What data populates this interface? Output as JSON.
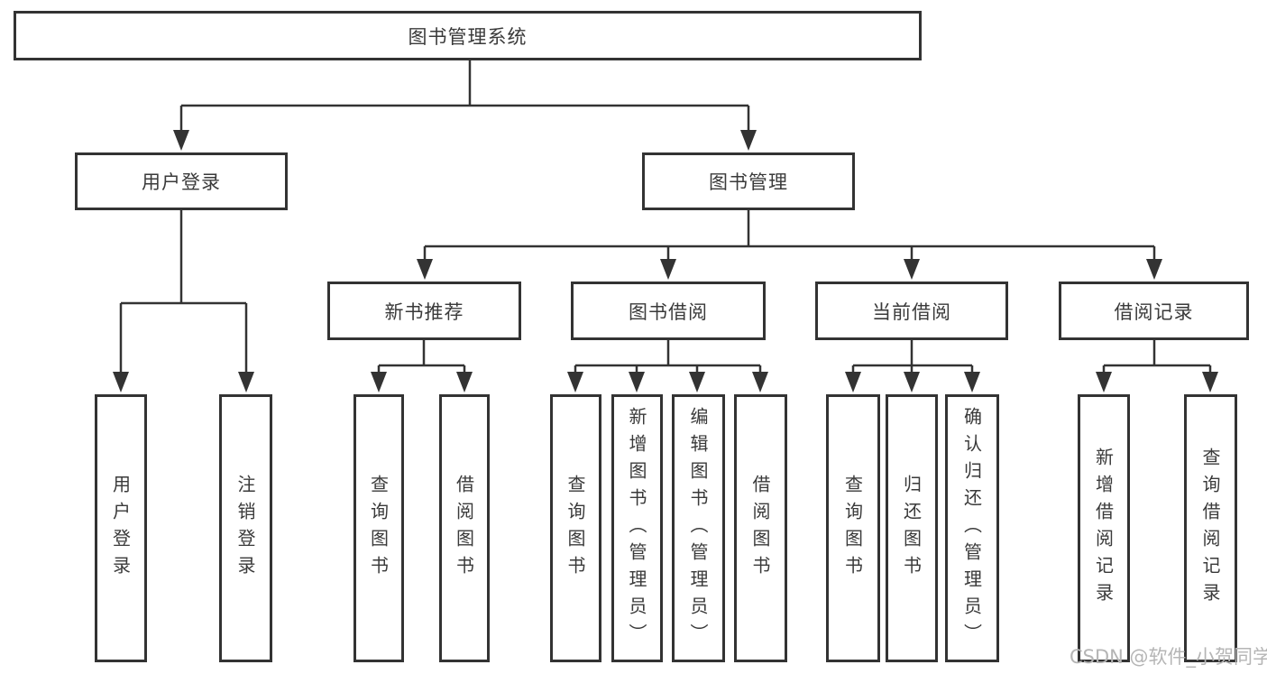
{
  "tree": {
    "label": "图书管理系统",
    "children": [
      {
        "label": "用户登录",
        "children": [
          {
            "label": "用户登录"
          },
          {
            "label": "注销登录"
          }
        ]
      },
      {
        "label": "图书管理",
        "children": [
          {
            "label": "新书推荐",
            "children": [
              {
                "label": "查询图书"
              },
              {
                "label": "借阅图书"
              }
            ]
          },
          {
            "label": "图书借阅",
            "children": [
              {
                "label": "查询图书"
              },
              {
                "label": "新增图书（管理员）"
              },
              {
                "label": "编辑图书（管理员）"
              },
              {
                "label": "借阅图书"
              }
            ]
          },
          {
            "label": "当前借阅",
            "children": [
              {
                "label": "查询图书"
              },
              {
                "label": "归还图书"
              },
              {
                "label": "确认归还（管理员）"
              }
            ]
          },
          {
            "label": "借阅记录",
            "children": [
              {
                "label": "新增借阅记录"
              },
              {
                "label": "查询借阅记录"
              }
            ]
          }
        ]
      }
    ]
  },
  "watermark": "CSDN @软件_小贺同学",
  "colors": {
    "line": "#333333",
    "text": "#3a3a3a",
    "box_fill": "#ffffff",
    "watermark": "#b5b5b5"
  }
}
